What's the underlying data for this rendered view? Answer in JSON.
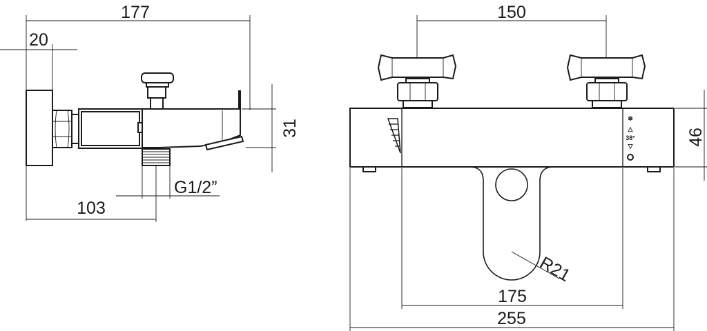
{
  "side_view": {
    "dim_overall_width": "177",
    "dim_wall_plate": "20",
    "dim_spout_height": "31",
    "dim_outlet_offset": "103",
    "thread_label": "G1/2”"
  },
  "front_view": {
    "dim_handle_spacing": "150",
    "dim_body_height": "46",
    "dim_radius": "R21",
    "dim_inner_width": "175",
    "dim_overall_width": "255",
    "control_temperature": "38°"
  }
}
